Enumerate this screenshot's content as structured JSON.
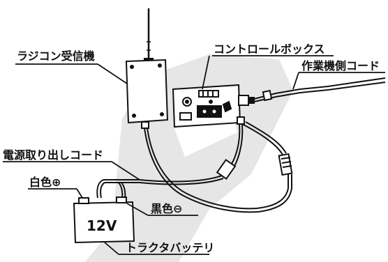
{
  "labels": {
    "receiver": "ラジコン受信機",
    "control_box": "コントロールボックス",
    "machine_cord": "作業機側コード",
    "power_cord": "電源取り出しコード",
    "white_terminal": "白色⊕",
    "black_terminal": "黒色⊖",
    "battery_voltage": "12V",
    "tractor_battery": "トラクタバッテリ"
  },
  "colors": {
    "ink": "#111111",
    "watermark": "#e6e6e6"
  }
}
